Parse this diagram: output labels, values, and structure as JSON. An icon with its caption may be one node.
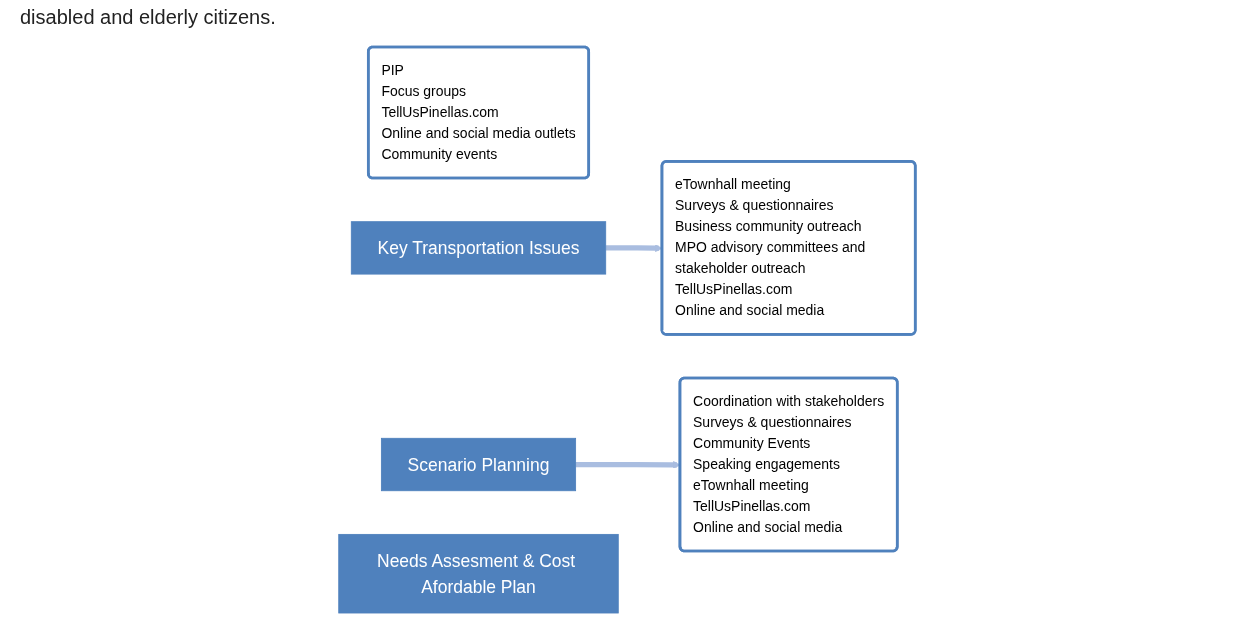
{
  "diagram": {
    "nodes": [
      {
        "text": [
          "PIP",
          "Focus groups",
          "TellUsPinellas.com",
          "Online and social media outlets",
          "Community events"
        ]
      },
      {
        "text": [
          "Key Transportation Issues"
        ]
      },
      {
        "text": [
          "eTownhall meeting",
          "Surveys & questionnaires",
          "Business community outreach",
          "MPO advisory committees and stakeholder outreach",
          "TellUsPinellas.com",
          "Online and social media"
        ]
      },
      {
        "text": [
          "Scenario Planning"
        ]
      },
      {
        "text": [
          "Coordination with stakeholders",
          "Surveys & questionnaires",
          "Community Events",
          "Speaking engagements",
          "eTownhall meeting",
          "TellUsPinellas.com",
          "Online and social media"
        ]
      },
      {
        "text": [
          "Needs Assesment & Cost Afordable Plan"
        ]
      }
    ],
    "edges": [
      {
        "from": 1,
        "to": 2,
        "arrow": "to"
      },
      {
        "from": 3,
        "to": 4,
        "arrow": "to"
      }
    ],
    "labels": [
      "disabled and elderly citizens."
    ]
  }
}
